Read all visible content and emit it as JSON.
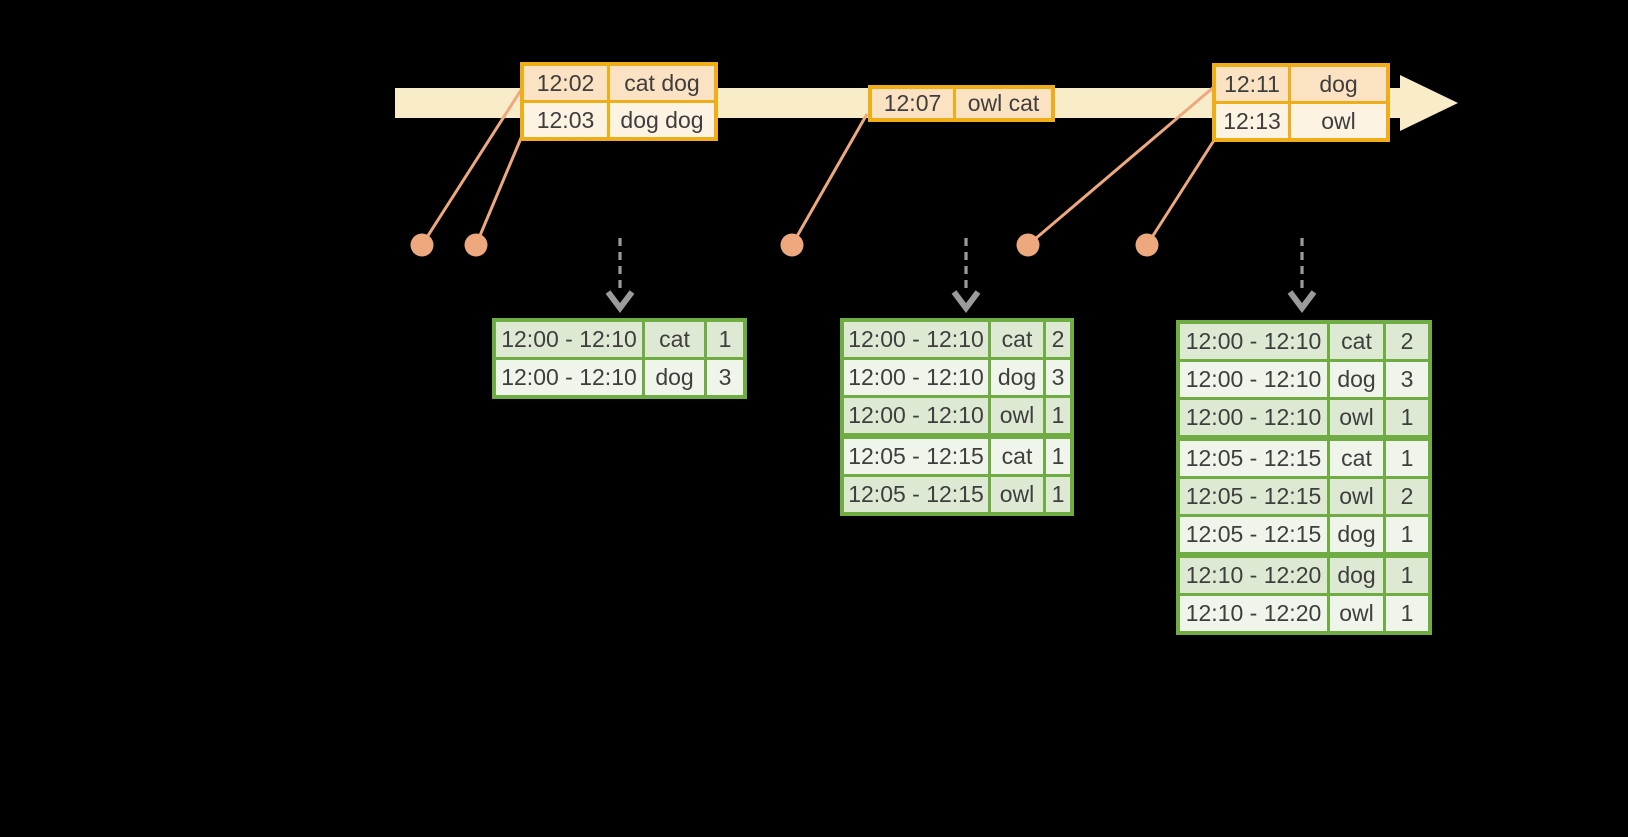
{
  "colors": {
    "background": "#000000",
    "timeline_fill": "#F9EDC9",
    "event_table_border": "#EFAD1A",
    "event_row_fill_dark": "#FAE2C2",
    "event_row_fill_light": "#FDF3E2",
    "result_table_border": "#6FAC43",
    "result_row_fill_dark": "#DEE9D3",
    "result_row_fill_light": "#F0F5EB",
    "event_marker": "#EEA87E",
    "trigger_arrow": "#9B9B9B",
    "text": "#3E3E3E"
  },
  "icons": {
    "timeline_arrowhead": "right-arrow",
    "trigger_arrowhead": "down-chevron",
    "event_marker": "dot"
  },
  "event_tables": [
    {
      "rows": [
        {
          "time": "12:02",
          "words": "cat dog"
        },
        {
          "time": "12:03",
          "words": "dog dog"
        }
      ]
    },
    {
      "rows": [
        {
          "time": "12:07",
          "words": "owl cat"
        }
      ]
    },
    {
      "rows": [
        {
          "time": "12:11",
          "words": "dog"
        },
        {
          "time": "12:13",
          "words": "owl"
        }
      ]
    }
  ],
  "result_tables": [
    {
      "rows": [
        {
          "window": "12:00 - 12:10",
          "word": "cat",
          "count": "1"
        },
        {
          "window": "12:00 - 12:10",
          "word": "dog",
          "count": "3"
        }
      ]
    },
    {
      "rows": [
        {
          "window": "12:00 - 12:10",
          "word": "cat",
          "count": "2"
        },
        {
          "window": "12:00 - 12:10",
          "word": "dog",
          "count": "3"
        },
        {
          "window": "12:00 - 12:10",
          "word": "owl",
          "count": "1"
        },
        {
          "window": "12:05 - 12:15",
          "word": "cat",
          "count": "1"
        },
        {
          "window": "12:05 - 12:15",
          "word": "owl",
          "count": "1"
        }
      ]
    },
    {
      "rows": [
        {
          "window": "12:00 - 12:10",
          "word": "cat",
          "count": "2"
        },
        {
          "window": "12:00 - 12:10",
          "word": "dog",
          "count": "3"
        },
        {
          "window": "12:00 - 12:10",
          "word": "owl",
          "count": "1"
        },
        {
          "window": "12:05 - 12:15",
          "word": "cat",
          "count": "1"
        },
        {
          "window": "12:05 - 12:15",
          "word": "owl",
          "count": "2"
        },
        {
          "window": "12:05 - 12:15",
          "word": "dog",
          "count": "1"
        },
        {
          "window": "12:10 - 12:20",
          "word": "dog",
          "count": "1"
        },
        {
          "window": "12:10 - 12:20",
          "word": "owl",
          "count": "1"
        }
      ]
    }
  ]
}
